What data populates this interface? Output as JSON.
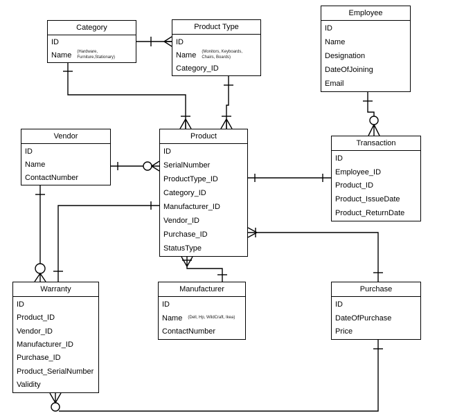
{
  "diagram": {
    "kind": "entity-relationship-diagram",
    "background": "#ffffff",
    "line_color": "#000000"
  },
  "entities": [
    {
      "title": "Category",
      "fields": [
        {
          "name": "ID"
        },
        {
          "name": "Name",
          "note": "(Hardware,\nFurniture,Stationary)"
        }
      ]
    },
    {
      "title": "Product Type",
      "fields": [
        {
          "name": "ID"
        },
        {
          "name": "Name",
          "note": "(Monitors, Keyboards,\nChairs, Boards)"
        },
        {
          "name": "Category_ID"
        }
      ]
    },
    {
      "title": "Employee",
      "fields": [
        {
          "name": "ID"
        },
        {
          "name": "Name"
        },
        {
          "name": "Designation"
        },
        {
          "name": "DateOfJoining"
        },
        {
          "name": "Email"
        }
      ]
    },
    {
      "title": "Vendor",
      "fields": [
        {
          "name": "ID"
        },
        {
          "name": "Name"
        },
        {
          "name": "ContactNumber"
        }
      ]
    },
    {
      "title": "Product",
      "fields": [
        {
          "name": "ID"
        },
        {
          "name": "SerialNumber"
        },
        {
          "name": "ProductType_ID"
        },
        {
          "name": "Category_ID"
        },
        {
          "name": "Manufacturer_ID"
        },
        {
          "name": "Vendor_ID"
        },
        {
          "name": "Purchase_ID"
        },
        {
          "name": "StatusType"
        }
      ]
    },
    {
      "title": "Transaction",
      "fields": [
        {
          "name": "ID"
        },
        {
          "name": "Employee_ID"
        },
        {
          "name": "Product_ID"
        },
        {
          "name": "Product_IssueDate"
        },
        {
          "name": "Product_ReturnDate"
        }
      ]
    },
    {
      "title": "Warranty",
      "fields": [
        {
          "name": "ID"
        },
        {
          "name": "Product_ID"
        },
        {
          "name": "Vendor_ID"
        },
        {
          "name": "Manufacturer_ID"
        },
        {
          "name": "Purchase_ID"
        },
        {
          "name": "Product_SerialNumber"
        },
        {
          "name": "Validity"
        }
      ]
    },
    {
      "title": "Manufacturer",
      "fields": [
        {
          "name": "ID"
        },
        {
          "name": "Name",
          "note": "(Dell, Hp, WildCraft, Ikea)"
        },
        {
          "name": "ContactNumber"
        }
      ]
    },
    {
      "title": "Purchase",
      "fields": [
        {
          "name": "ID"
        },
        {
          "name": "DateOfPurchase"
        },
        {
          "name": "Price"
        }
      ]
    }
  ],
  "relationships": [
    {
      "from": "Category",
      "to": "Product Type",
      "from_cardinality": "one",
      "to_cardinality": "many"
    },
    {
      "from": "Category",
      "to": "Product",
      "from_cardinality": "one",
      "to_cardinality": "one-or-many"
    },
    {
      "from": "Product Type",
      "to": "Product",
      "from_cardinality": "one",
      "to_cardinality": "one-or-many"
    },
    {
      "from": "Vendor",
      "to": "Product",
      "from_cardinality": "one",
      "to_cardinality": "zero-or-many"
    },
    {
      "from": "Warranty",
      "to": "Product",
      "from_cardinality": "one",
      "to_cardinality": "one"
    },
    {
      "from": "Vendor",
      "to": "Warranty",
      "from_cardinality": "one",
      "to_cardinality": "zero-or-many"
    },
    {
      "from": "Product",
      "to": "Manufacturer",
      "from_cardinality": "one-or-many",
      "to_cardinality": "one"
    },
    {
      "from": "Product",
      "to": "Transaction",
      "from_cardinality": "one",
      "to_cardinality": "one"
    },
    {
      "from": "Employee",
      "to": "Transaction",
      "from_cardinality": "one",
      "to_cardinality": "zero-or-many"
    },
    {
      "from": "Product",
      "to": "Purchase",
      "from_cardinality": "one-or-many",
      "to_cardinality": "one"
    },
    {
      "from": "Purchase",
      "to": "Warranty",
      "from_cardinality": "one",
      "to_cardinality": "zero-or-many"
    }
  ]
}
